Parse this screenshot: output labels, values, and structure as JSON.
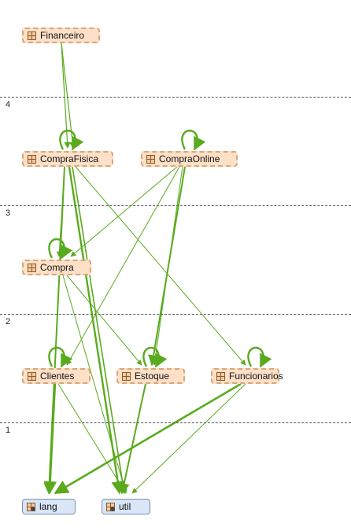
{
  "layers": [
    "4",
    "3",
    "2",
    "1"
  ],
  "nodes": {
    "financeiro": "Financeiro",
    "comprafisica": "CompraFisica",
    "compraonline": "CompraOnline",
    "compra": "Compra",
    "clientes": "Clientes",
    "estoque": "Estoque",
    "funcionarios": "Funcionarios",
    "lang": "lang",
    "util": "util"
  },
  "colors": {
    "edge": "#5aaa1e",
    "package": "#fde0c8",
    "library": "#d8e6f7"
  }
}
